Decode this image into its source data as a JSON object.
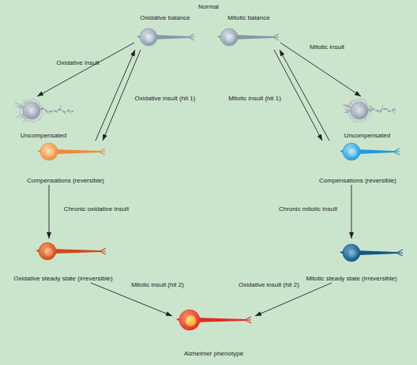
{
  "diagram": {
    "title": "Normal",
    "nodes": [
      {
        "text": [
          "Oxidative balance"
        ]
      },
      {
        "text": [
          "Mitotic balance"
        ]
      },
      {
        "text": [
          "Uncompensated"
        ]
      },
      {
        "text": [
          "Uncompensated"
        ]
      },
      {
        "text": [
          "Compensations (reversible)"
        ]
      },
      {
        "text": [
          "Compensations (reversible)"
        ]
      },
      {
        "text": [
          "Oxidative steady state (irreversible)"
        ]
      },
      {
        "text": [
          "Mitotic steady state (irreversible)"
        ]
      },
      {
        "text": [
          "Alzheimer phenotype"
        ]
      }
    ],
    "edges": [
      {
        "from": 0,
        "to": 2,
        "label": "Oxidative insult",
        "arrow": "to"
      },
      {
        "from": 0,
        "to": 4,
        "label": "Oxidative insult (hit 1)",
        "arrow": "to"
      },
      {
        "from": 4,
        "to": 0,
        "arrow": "to"
      },
      {
        "from": 4,
        "to": 6,
        "label": "Chronic oxidative insult",
        "arrow": "to"
      },
      {
        "from": 6,
        "to": 8,
        "label": "Mitotic insult (hit 2)",
        "arrow": "to"
      },
      {
        "from": 1,
        "to": 3,
        "label": "Mitotic insult",
        "arrow": "to"
      },
      {
        "from": 1,
        "to": 5,
        "label": "Mitotic insult (hit 1)",
        "arrow": "to"
      },
      {
        "from": 5,
        "to": 1,
        "arrow": "to"
      },
      {
        "from": 5,
        "to": 7,
        "label": "Chronic mitotic insult",
        "arrow": "to"
      },
      {
        "from": 7,
        "to": 8,
        "label": "Oxidative insult (hit 2)",
        "arrow": "to"
      }
    ]
  }
}
